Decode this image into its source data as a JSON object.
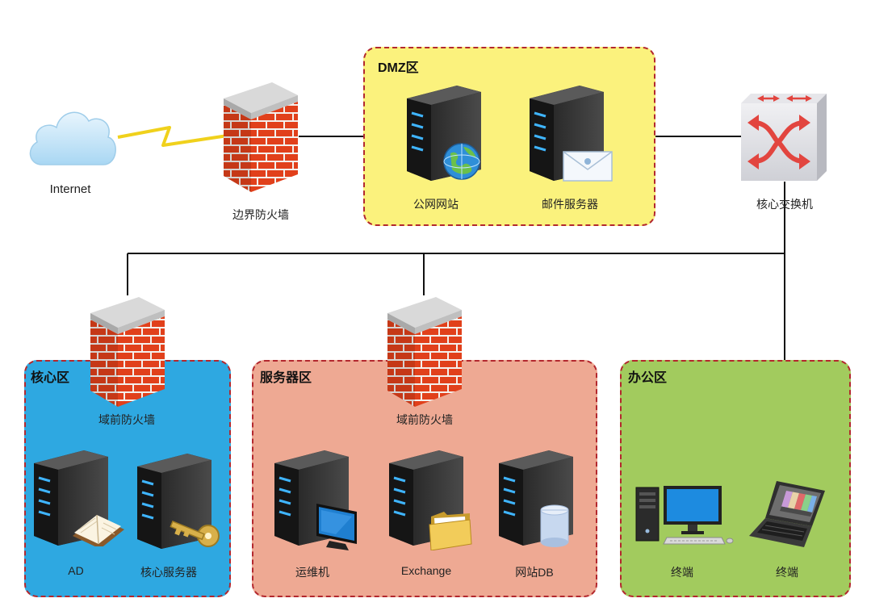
{
  "zones": {
    "dmz": {
      "title": "DMZ区",
      "fill": "#fbf27d"
    },
    "core": {
      "title": "核心区",
      "fill": "#2ea8e1"
    },
    "server": {
      "title": "服务器区",
      "fill": "#eea993"
    },
    "office": {
      "title": "办公区",
      "fill": "#a2cb5e"
    }
  },
  "nodes": {
    "internet": {
      "label": "Internet",
      "icon": "cloud-icon"
    },
    "border_firewall": {
      "label": "边界防火墙",
      "icon": "firewall-icon"
    },
    "public_web": {
      "label": "公网网站",
      "icon": "web-server-icon"
    },
    "mail_server": {
      "label": "邮件服务器",
      "icon": "mail-server-icon"
    },
    "core_switch": {
      "label": "核心交换机",
      "icon": "switch-icon"
    },
    "core_firewall": {
      "label": "域前防火墙",
      "icon": "firewall-icon"
    },
    "ad": {
      "label": "AD",
      "icon": "directory-server-icon"
    },
    "core_server": {
      "label": "核心服务器",
      "icon": "key-server-icon"
    },
    "server_firewall": {
      "label": "域前防火墙",
      "icon": "firewall-icon"
    },
    "ops": {
      "label": "运维机",
      "icon": "monitor-server-icon"
    },
    "exchange": {
      "label": "Exchange",
      "icon": "folder-server-icon"
    },
    "web_db": {
      "label": "网站DB",
      "icon": "database-server-icon"
    },
    "terminal_desktop": {
      "label": "终端",
      "icon": "desktop-icon"
    },
    "terminal_laptop": {
      "label": "终端",
      "icon": "laptop-icon"
    }
  }
}
